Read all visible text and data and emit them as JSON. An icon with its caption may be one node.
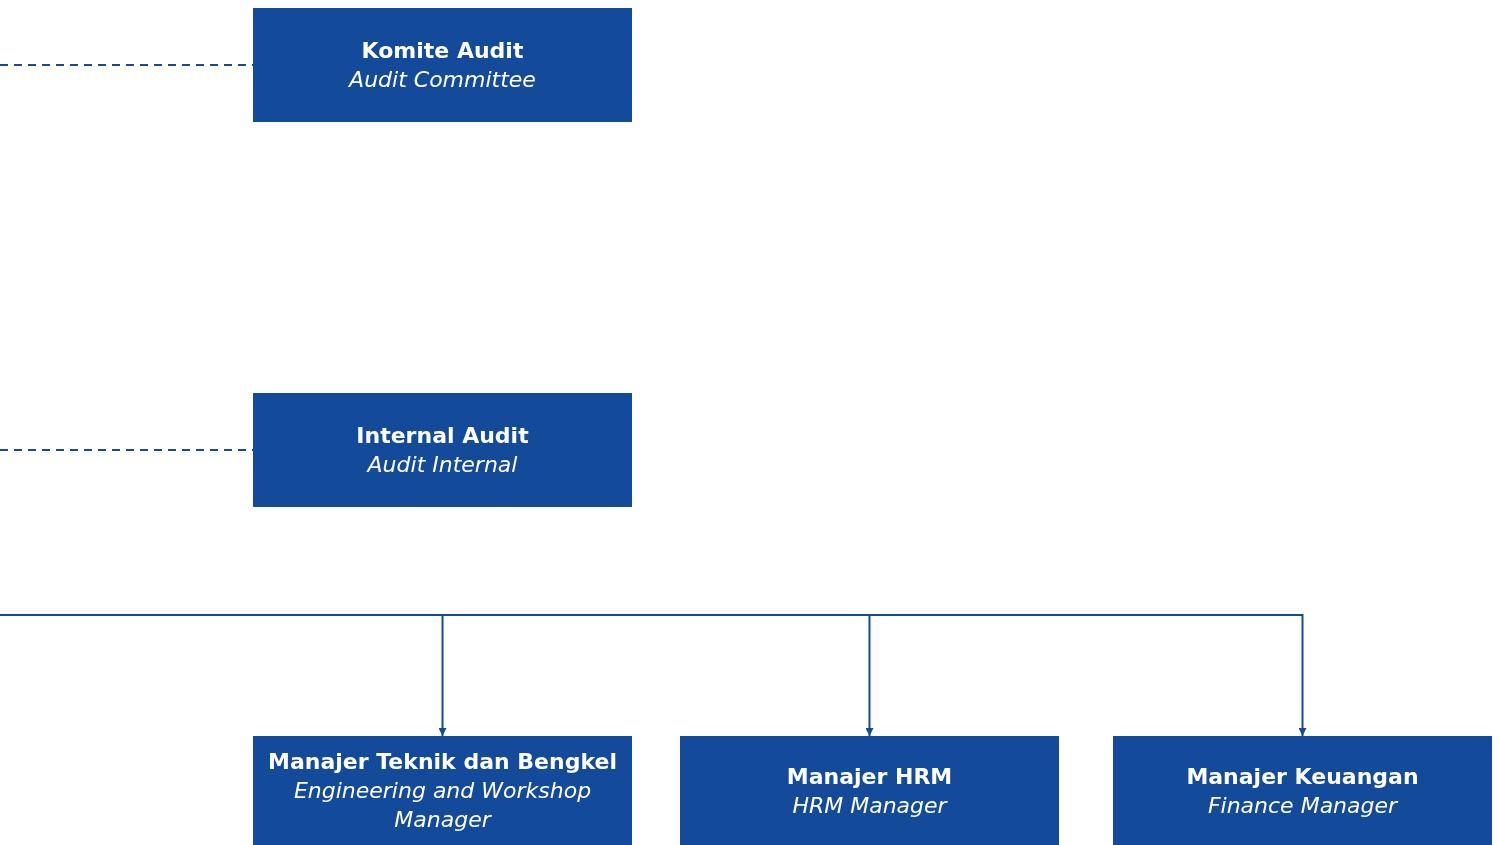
{
  "diagram": {
    "nodes": [
      {
        "text": [
          "Komite Audit",
          "Audit Committee"
        ]
      },
      {
        "text": [
          "Internal Audit",
          "Audit Internal"
        ]
      },
      {
        "text": [
          "Manajer Teknik dan Bengkel",
          "Engineering and Workshop Manager"
        ]
      },
      {
        "text": [
          "Manajer HRM",
          "HRM Manager"
        ]
      },
      {
        "text": [
          "Manajer Keuangan",
          "Finance Manager"
        ]
      }
    ],
    "edges": [
      {
        "from": null,
        "to": 0,
        "arrow": "none",
        "style": "dashed"
      },
      {
        "from": null,
        "to": 1,
        "arrow": "none",
        "style": "dashed"
      },
      {
        "from": null,
        "to": 2,
        "arrow": "to"
      },
      {
        "from": null,
        "to": 3,
        "arrow": "to"
      },
      {
        "from": null,
        "to": 4,
        "arrow": "to"
      }
    ]
  }
}
